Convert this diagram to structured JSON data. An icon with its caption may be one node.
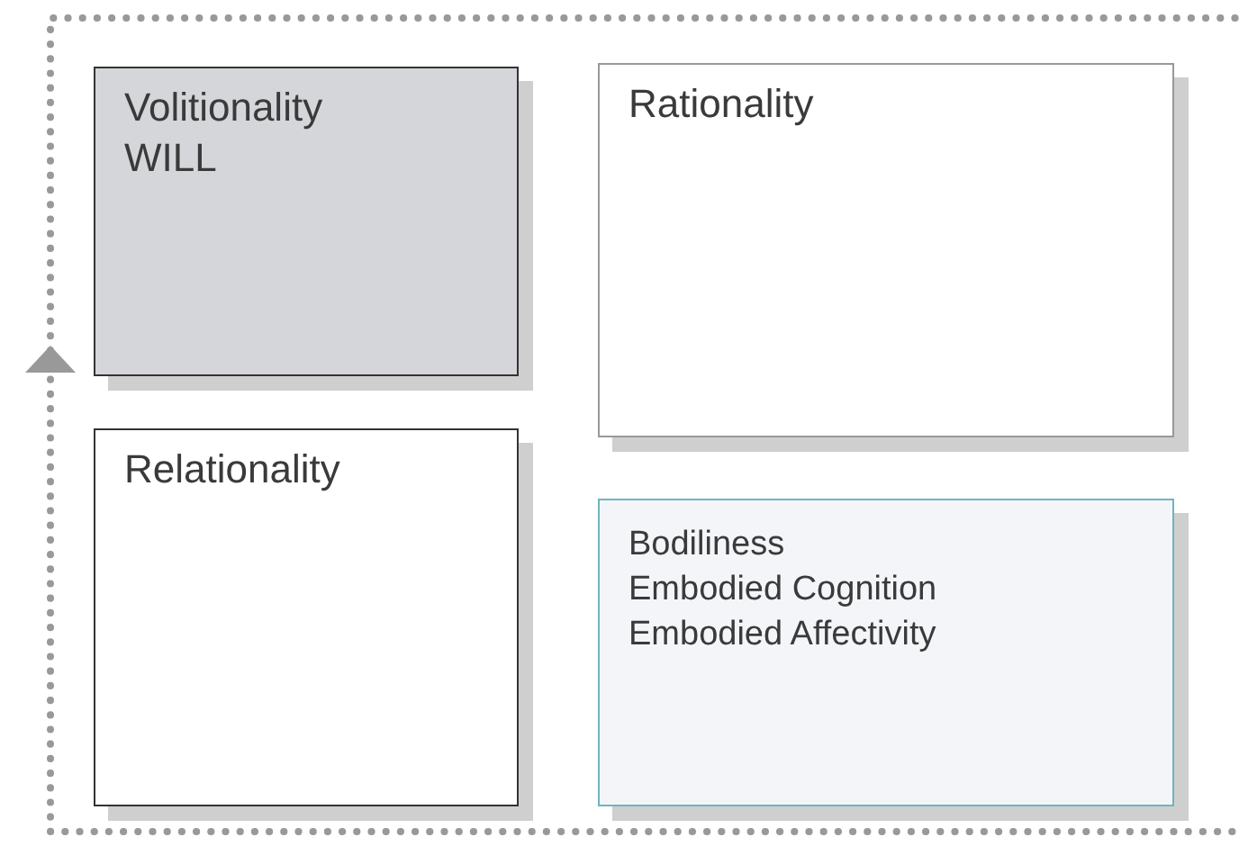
{
  "diagram": {
    "nodes": [
      {
        "text": [
          "Volitionality",
          "WILL"
        ]
      },
      {
        "text": [
          "Rationality"
        ]
      },
      {
        "text": [
          "Relationality"
        ]
      },
      {
        "text": [
          "Bodiliness",
          "Embodied Cognition",
          "Embodied Affectivity"
        ]
      }
    ]
  }
}
